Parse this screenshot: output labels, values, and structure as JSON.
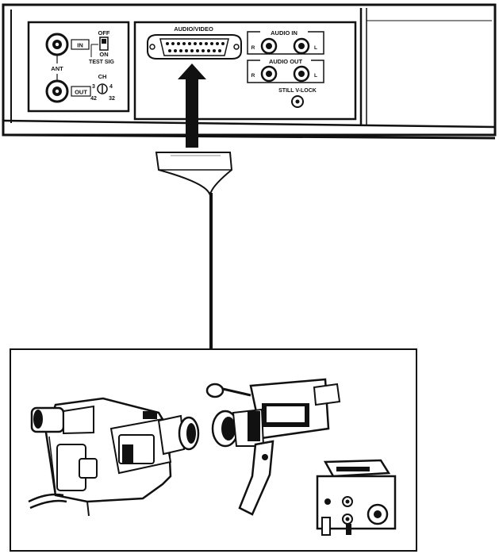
{
  "vcr_panel": {
    "antenna_section": {
      "in_label": "IN",
      "ant_label": "ANT",
      "out_label": "OUT",
      "switch_off_label": "OFF",
      "switch_on_label": "ON",
      "test_sig_label": "TEST SIG",
      "ch_label": "CH",
      "ch_low": "3",
      "ch_high": "4",
      "ch_left_value": "42",
      "ch_right_value": "32"
    },
    "av_connector_label": "AUDIO/VIDEO",
    "audio_in_label": "AUDIO IN",
    "audio_out_label": "AUDIO OUT",
    "jack_right_label": "R",
    "jack_left_label": "L",
    "still_v_lock_label": "STILL V-LOCK"
  },
  "devices": {
    "camcorder": "camcorder",
    "video_camera": "video-camera",
    "power_adapter": "portable-power-adapter"
  },
  "colors": {
    "line": "#111111",
    "panel_fill": "#ffffff",
    "shade": "#555555"
  }
}
